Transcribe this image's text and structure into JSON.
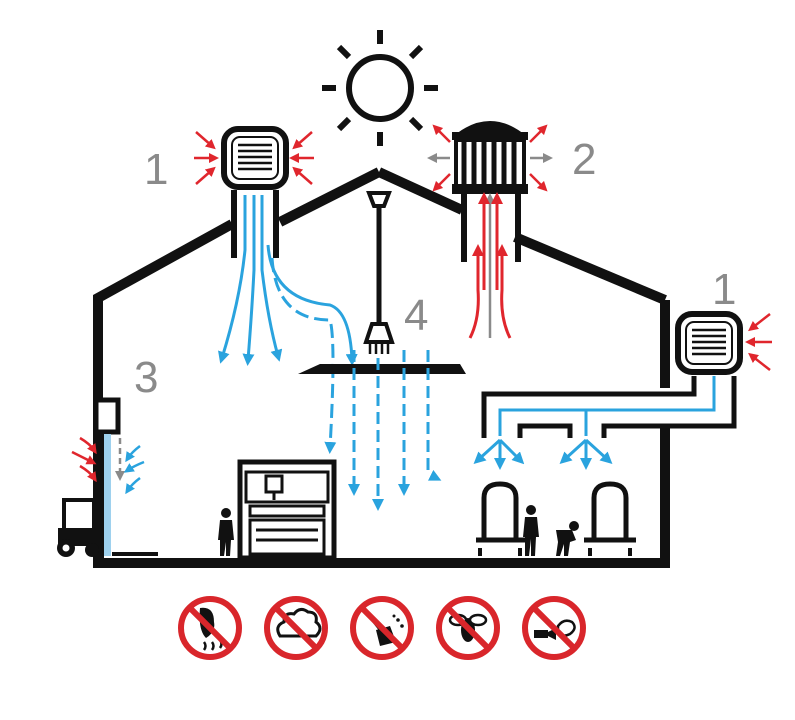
{
  "labels": {
    "unit_1": "1",
    "unit_2": "2",
    "unit_3": "3",
    "unit_4": "4",
    "unit_1b": "1"
  },
  "colors": {
    "line": "#111111",
    "cold_air": "#2aa3de",
    "warm_air": "#e0262d",
    "neutral_air": "#8a8a8a",
    "label": "#8a8a8a",
    "prohibit": "#d9262b"
  },
  "icons": [
    "sun-icon",
    "wall-fan-icon",
    "roof-ventilator-icon",
    "ceiling-fan-icon",
    "door-air-curtain-icon",
    "cnc-machine-icon",
    "forklift-icon",
    "worker-icon"
  ],
  "prohibition_icons": [
    "no-odor-icon",
    "no-smoke-icon",
    "no-dust-icon",
    "no-insects-icon",
    "no-fumes-icon"
  ]
}
